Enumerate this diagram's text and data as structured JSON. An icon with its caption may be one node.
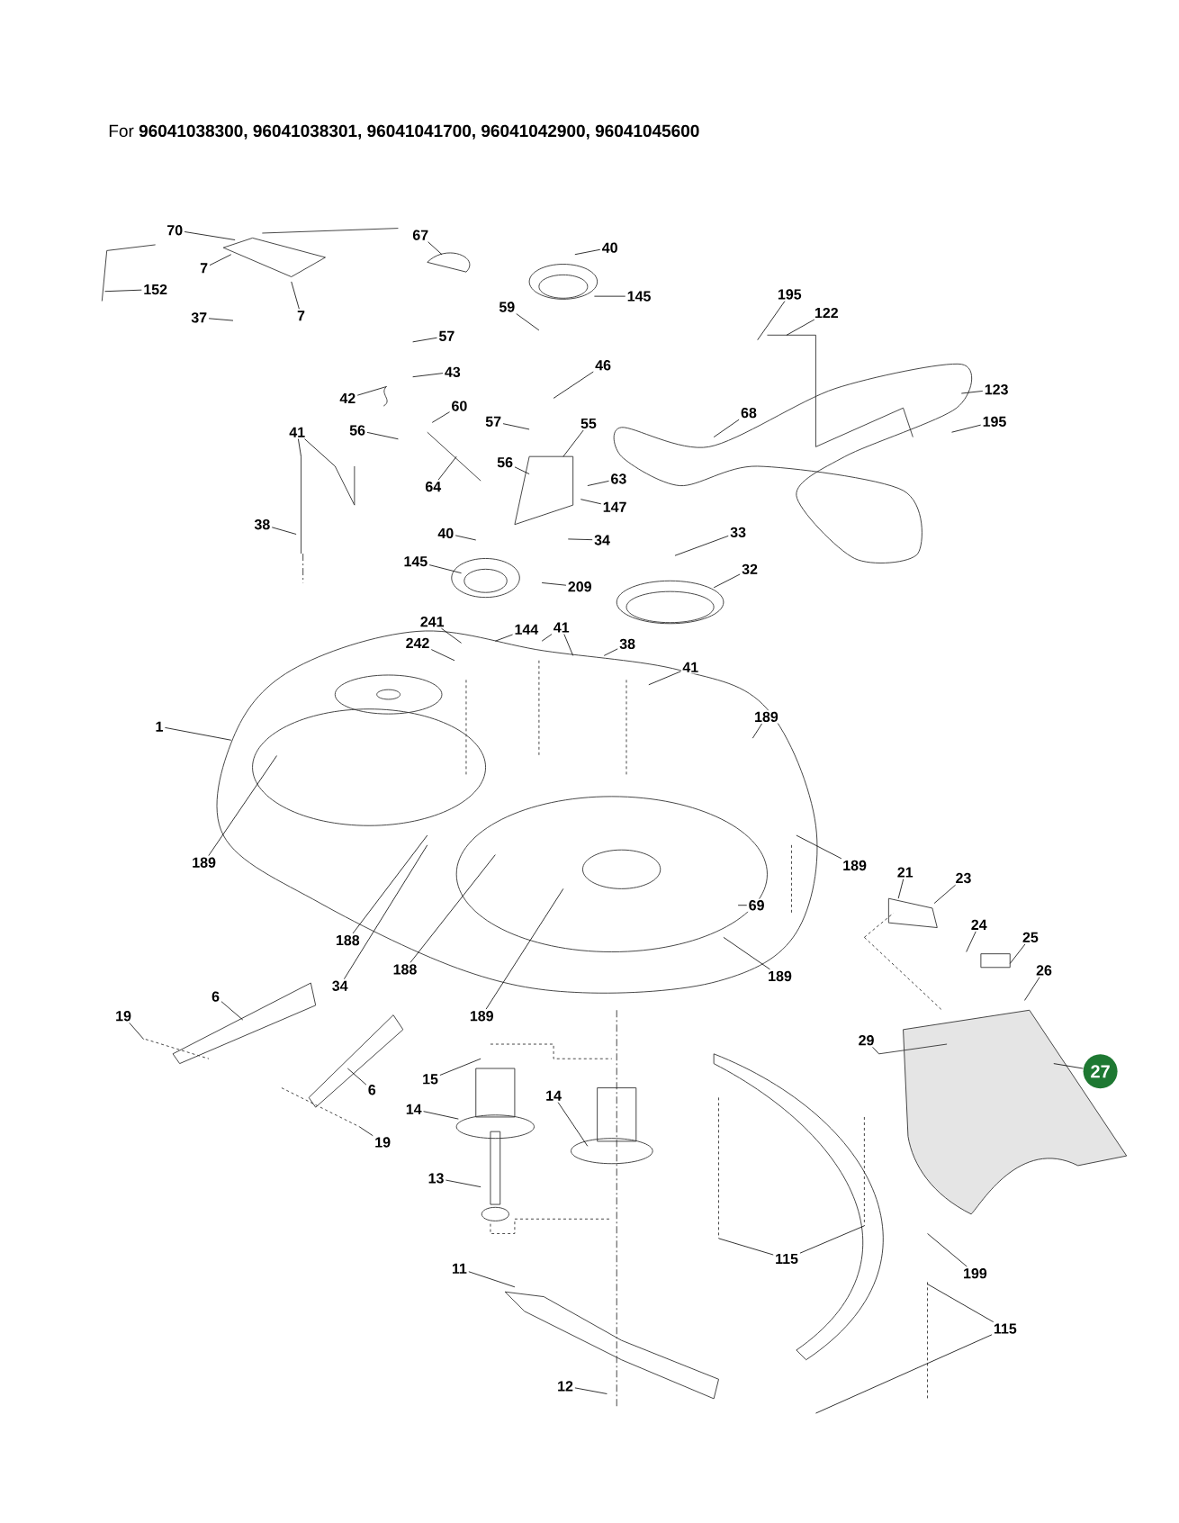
{
  "diagram": {
    "title": "For **96041038300, 96041038301, 96041041700, 96041042900, 96041045600**",
    "nodes": [
      {
        "text": [
          "70"
        ]
      },
      {
        "text": [
          "67"
        ]
      },
      {
        "text": [
          "40"
        ]
      },
      {
        "text": [
          "7"
        ]
      },
      {
        "text": [
          "152"
        ]
      },
      {
        "text": [
          "145"
        ]
      },
      {
        "text": [
          "7"
        ]
      },
      {
        "text": [
          "37"
        ]
      },
      {
        "text": [
          "59"
        ]
      },
      {
        "text": [
          "195"
        ]
      },
      {
        "text": [
          "122"
        ]
      },
      {
        "text": [
          "57"
        ]
      },
      {
        "text": [
          "43"
        ]
      },
      {
        "text": [
          "46"
        ]
      },
      {
        "text": [
          "123"
        ]
      },
      {
        "text": [
          "42"
        ]
      },
      {
        "text": [
          "60"
        ]
      },
      {
        "text": [
          "195"
        ]
      },
      {
        "text": [
          "41"
        ]
      },
      {
        "text": [
          "68"
        ]
      },
      {
        "text": [
          "56"
        ]
      },
      {
        "text": [
          "57"
        ]
      },
      {
        "text": [
          "55"
        ]
      },
      {
        "text": [
          "64"
        ]
      },
      {
        "text": [
          "56"
        ]
      },
      {
        "text": [
          "63"
        ]
      },
      {
        "text": [
          "147"
        ]
      },
      {
        "text": [
          "38"
        ]
      },
      {
        "text": [
          "34"
        ]
      },
      {
        "text": [
          "40"
        ]
      },
      {
        "text": [
          "33"
        ]
      },
      {
        "text": [
          "145"
        ]
      },
      {
        "text": [
          "32"
        ]
      },
      {
        "text": [
          "209"
        ]
      },
      {
        "text": [
          "241"
        ]
      },
      {
        "text": [
          "144"
        ]
      },
      {
        "text": [
          "41"
        ]
      },
      {
        "text": [
          "242"
        ]
      },
      {
        "text": [
          "38"
        ]
      },
      {
        "text": [
          "41"
        ]
      },
      {
        "text": [
          "1"
        ]
      },
      {
        "text": [
          "189"
        ]
      },
      {
        "text": [
          "189"
        ]
      },
      {
        "text": [
          "189"
        ]
      },
      {
        "text": [
          "21"
        ]
      },
      {
        "text": [
          "23"
        ]
      },
      {
        "text": [
          "69"
        ]
      },
      {
        "text": [
          "188"
        ]
      },
      {
        "text": [
          "24"
        ]
      },
      {
        "text": [
          "25"
        ]
      },
      {
        "text": [
          "34"
        ]
      },
      {
        "text": [
          "188"
        ]
      },
      {
        "text": [
          "189"
        ]
      },
      {
        "text": [
          "26"
        ]
      },
      {
        "text": [
          "189"
        ]
      },
      {
        "text": [
          "6"
        ]
      },
      {
        "text": [
          "19"
        ]
      },
      {
        "text": [
          "29"
        ]
      },
      {
        "text": [
          "27"
        ]
      },
      {
        "text": [
          "15"
        ]
      },
      {
        "text": [
          "6"
        ]
      },
      {
        "text": [
          "14"
        ]
      },
      {
        "text": [
          "14"
        ]
      },
      {
        "text": [
          "19"
        ]
      },
      {
        "text": [
          "13"
        ]
      },
      {
        "text": [
          "115"
        ]
      },
      {
        "text": [
          "199"
        ]
      },
      {
        "text": [
          "11"
        ]
      },
      {
        "text": [
          "115"
        ]
      },
      {
        "text": [
          "12"
        ]
      }
    ],
    "edges": [
      {
        "from": 0,
        "to": null,
        "arrow": "none"
      },
      {
        "from": 1,
        "to": null,
        "arrow": "none"
      },
      {
        "from": 2,
        "to": null,
        "arrow": "none"
      },
      {
        "from": 3,
        "to": null,
        "arrow": "none"
      },
      {
        "from": 4,
        "to": null,
        "arrow": "none"
      },
      {
        "from": 5,
        "to": null,
        "arrow": "none"
      },
      {
        "from": 6,
        "to": null,
        "arrow": "none"
      },
      {
        "from": 7,
        "to": null,
        "arrow": "none"
      },
      {
        "from": 8,
        "to": null,
        "arrow": "none"
      },
      {
        "from": 9,
        "to": null,
        "arrow": "none"
      },
      {
        "from": 10,
        "to": null,
        "arrow": "none"
      },
      {
        "from": 11,
        "to": null,
        "arrow": "none"
      },
      {
        "from": 12,
        "to": null,
        "arrow": "none"
      },
      {
        "from": 13,
        "to": null,
        "arrow": "none"
      },
      {
        "from": 14,
        "to": null,
        "arrow": "none"
      },
      {
        "from": 15,
        "to": null,
        "arrow": "none"
      },
      {
        "from": 16,
        "to": null,
        "arrow": "none"
      },
      {
        "from": 17,
        "to": null,
        "arrow": "none"
      },
      {
        "from": 18,
        "to": null,
        "arrow": "none"
      },
      {
        "from": 18,
        "to": null,
        "arrow": "none"
      },
      {
        "from": 19,
        "to": null,
        "arrow": "none"
      },
      {
        "from": 20,
        "to": null,
        "arrow": "none"
      },
      {
        "from": 21,
        "to": null,
        "arrow": "none"
      },
      {
        "from": 22,
        "to": null,
        "arrow": "none"
      },
      {
        "from": 23,
        "to": null,
        "arrow": "none"
      },
      {
        "from": 24,
        "to": null,
        "arrow": "none"
      },
      {
        "from": 25,
        "to": null,
        "arrow": "none"
      },
      {
        "from": 26,
        "to": null,
        "arrow": "none"
      },
      {
        "from": 27,
        "to": null,
        "arrow": "none"
      },
      {
        "from": 28,
        "to": null,
        "arrow": "none"
      },
      {
        "from": 29,
        "to": null,
        "arrow": "none"
      },
      {
        "from": 30,
        "to": null,
        "arrow": "none"
      },
      {
        "from": 31,
        "to": null,
        "arrow": "none"
      },
      {
        "from": 32,
        "to": null,
        "arrow": "none"
      },
      {
        "from": 33,
        "to": null,
        "arrow": "none"
      },
      {
        "from": 34,
        "to": null,
        "arrow": "none"
      },
      {
        "from": 35,
        "to": null,
        "arrow": "none"
      },
      {
        "from": 36,
        "to": null,
        "arrow": "none"
      },
      {
        "from": 36,
        "to": null,
        "arrow": "none"
      },
      {
        "from": 37,
        "to": null,
        "arrow": "none"
      },
      {
        "from": 38,
        "to": null,
        "arrow": "none"
      },
      {
        "from": 39,
        "to": null,
        "arrow": "none"
      },
      {
        "from": 40,
        "to": null,
        "arrow": "none"
      },
      {
        "from": 41,
        "to": null,
        "arrow": "none"
      },
      {
        "from": 42,
        "to": null,
        "arrow": "none"
      },
      {
        "from": 43,
        "to": null,
        "arrow": "none"
      },
      {
        "from": 44,
        "to": null,
        "arrow": "none"
      },
      {
        "from": 45,
        "to": null,
        "arrow": "none"
      },
      {
        "from": 46,
        "to": null,
        "arrow": "none"
      },
      {
        "from": 47,
        "to": null,
        "arrow": "none"
      },
      {
        "from": 48,
        "to": null,
        "arrow": "none"
      },
      {
        "from": 49,
        "to": null,
        "arrow": "none"
      },
      {
        "from": 50,
        "to": null,
        "arrow": "none"
      },
      {
        "from": 51,
        "to": null,
        "arrow": "none"
      },
      {
        "from": 52,
        "to": null,
        "arrow": "none"
      },
      {
        "from": 53,
        "to": null,
        "arrow": "none"
      },
      {
        "from": 54,
        "to": null,
        "arrow": "none"
      },
      {
        "from": 55,
        "to": null,
        "arrow": "none"
      },
      {
        "from": 56,
        "to": null,
        "arrow": "none"
      },
      {
        "from": 57,
        "to": null,
        "arrow": "none"
      },
      {
        "from": 58,
        "to": null,
        "arrow": "none"
      },
      {
        "from": 59,
        "to": null,
        "arrow": "none"
      },
      {
        "from": 60,
        "to": null,
        "arrow": "none"
      },
      {
        "from": 61,
        "to": null,
        "arrow": "none"
      },
      {
        "from": 62,
        "to": null,
        "arrow": "none"
      },
      {
        "from": 63,
        "to": null,
        "arrow": "none"
      },
      {
        "from": 64,
        "to": null,
        "arrow": "none"
      },
      {
        "from": 65,
        "to": null,
        "arrow": "none"
      },
      {
        "from": 65,
        "to": null,
        "arrow": "none"
      },
      {
        "from": 66,
        "to": null,
        "arrow": "none"
      },
      {
        "from": 67,
        "to": null,
        "arrow": "none"
      },
      {
        "from": 68,
        "to": null,
        "arrow": "none"
      },
      {
        "from": 68,
        "to": null,
        "arrow": "none"
      },
      {
        "from": 69,
        "to": null,
        "arrow": "none"
      }
    ]
  }
}
